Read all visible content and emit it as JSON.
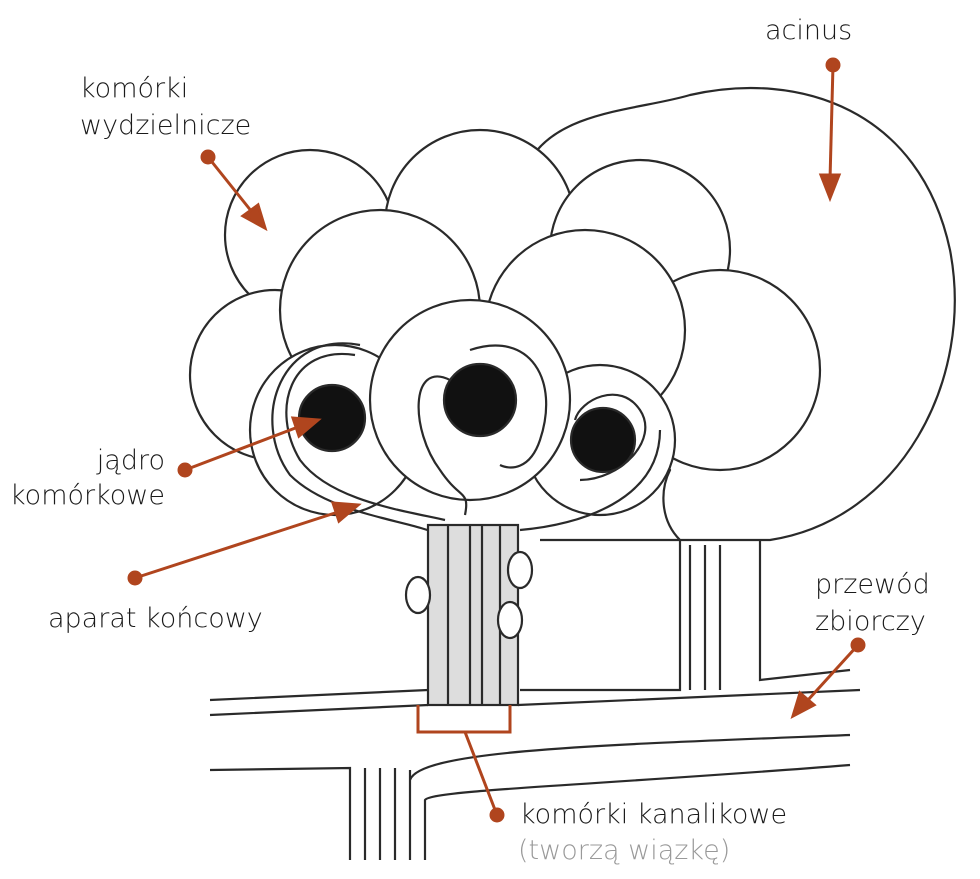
{
  "labels": {
    "acinus": "acinus",
    "secretory_cells": [
      "komórki",
      "wydzielnicze"
    ],
    "nucleus": [
      "jądro",
      "komórkowe"
    ],
    "terminal_apparatus": "aparat końcowy",
    "collecting_duct": [
      "przewód",
      "zbiorczy"
    ],
    "canalicular_cells": "komórki kanalikowe",
    "canalicular_cells_note": "(tworzą wiązkę)"
  },
  "colors": {
    "accent": "#b0451e",
    "ink": "#2a2a2a"
  }
}
